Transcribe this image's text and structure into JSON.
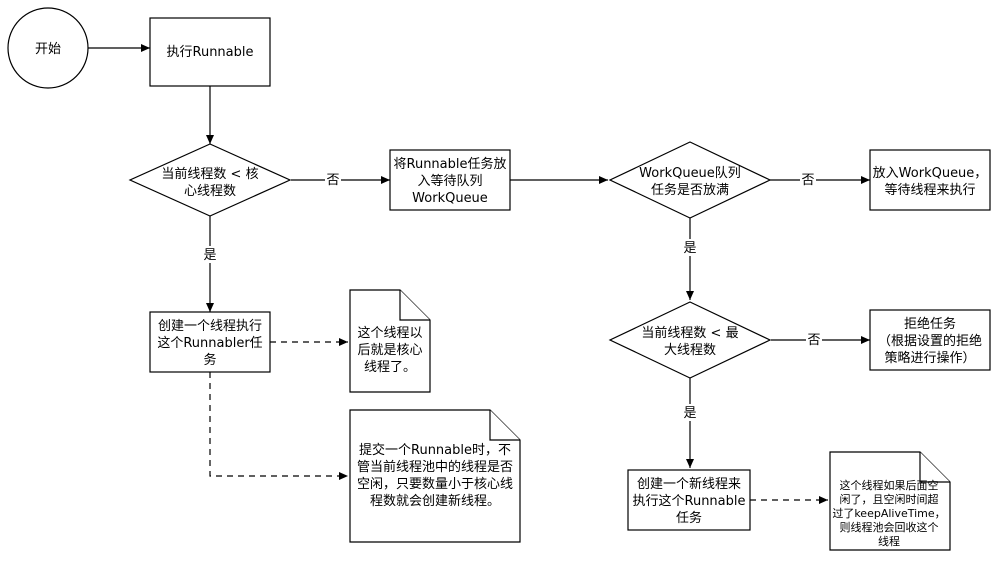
{
  "nodes": {
    "start": "开始",
    "exec": "执行Runnable",
    "decision_core": [
      "当前线程数 < 核",
      "心线程数"
    ],
    "enqueue": [
      "将Runnable任务放",
      "入等待队列",
      "WorkQueue"
    ],
    "decision_full": [
      "WorkQueue队列",
      "任务是否放满"
    ],
    "wait_exec": [
      "放入WorkQueue，",
      "等待线程来执行"
    ],
    "create_core": [
      "创建一个线程执行",
      "这个Runnabler任",
      "务"
    ],
    "note_core": [
      "这个线程以",
      "后就是核心",
      "线程了。"
    ],
    "note_submit": [
      "提交一个Runnable时，不",
      "管当前线程池中的线程是否",
      "空闲，只要数量小于核心线",
      "程数就会创建新线程。"
    ],
    "decision_max": [
      "当前线程数 < 最",
      "大线程数"
    ],
    "reject": [
      "拒绝任务",
      "（根据设置的拒绝",
      "策略进行操作）"
    ],
    "create_new": [
      "创建一个新线程来",
      "执行这个Runnable",
      "任务"
    ],
    "note_idle": [
      "这个线程如果后面空",
      "闲了，且空闲时间超",
      "过了keepAliveTime，",
      "则线程池会回收这个",
      "线程"
    ]
  },
  "edge_labels": {
    "core_no": "否",
    "core_yes": "是",
    "full_no": "否",
    "full_yes": "是",
    "max_no": "否",
    "max_yes": "是"
  }
}
